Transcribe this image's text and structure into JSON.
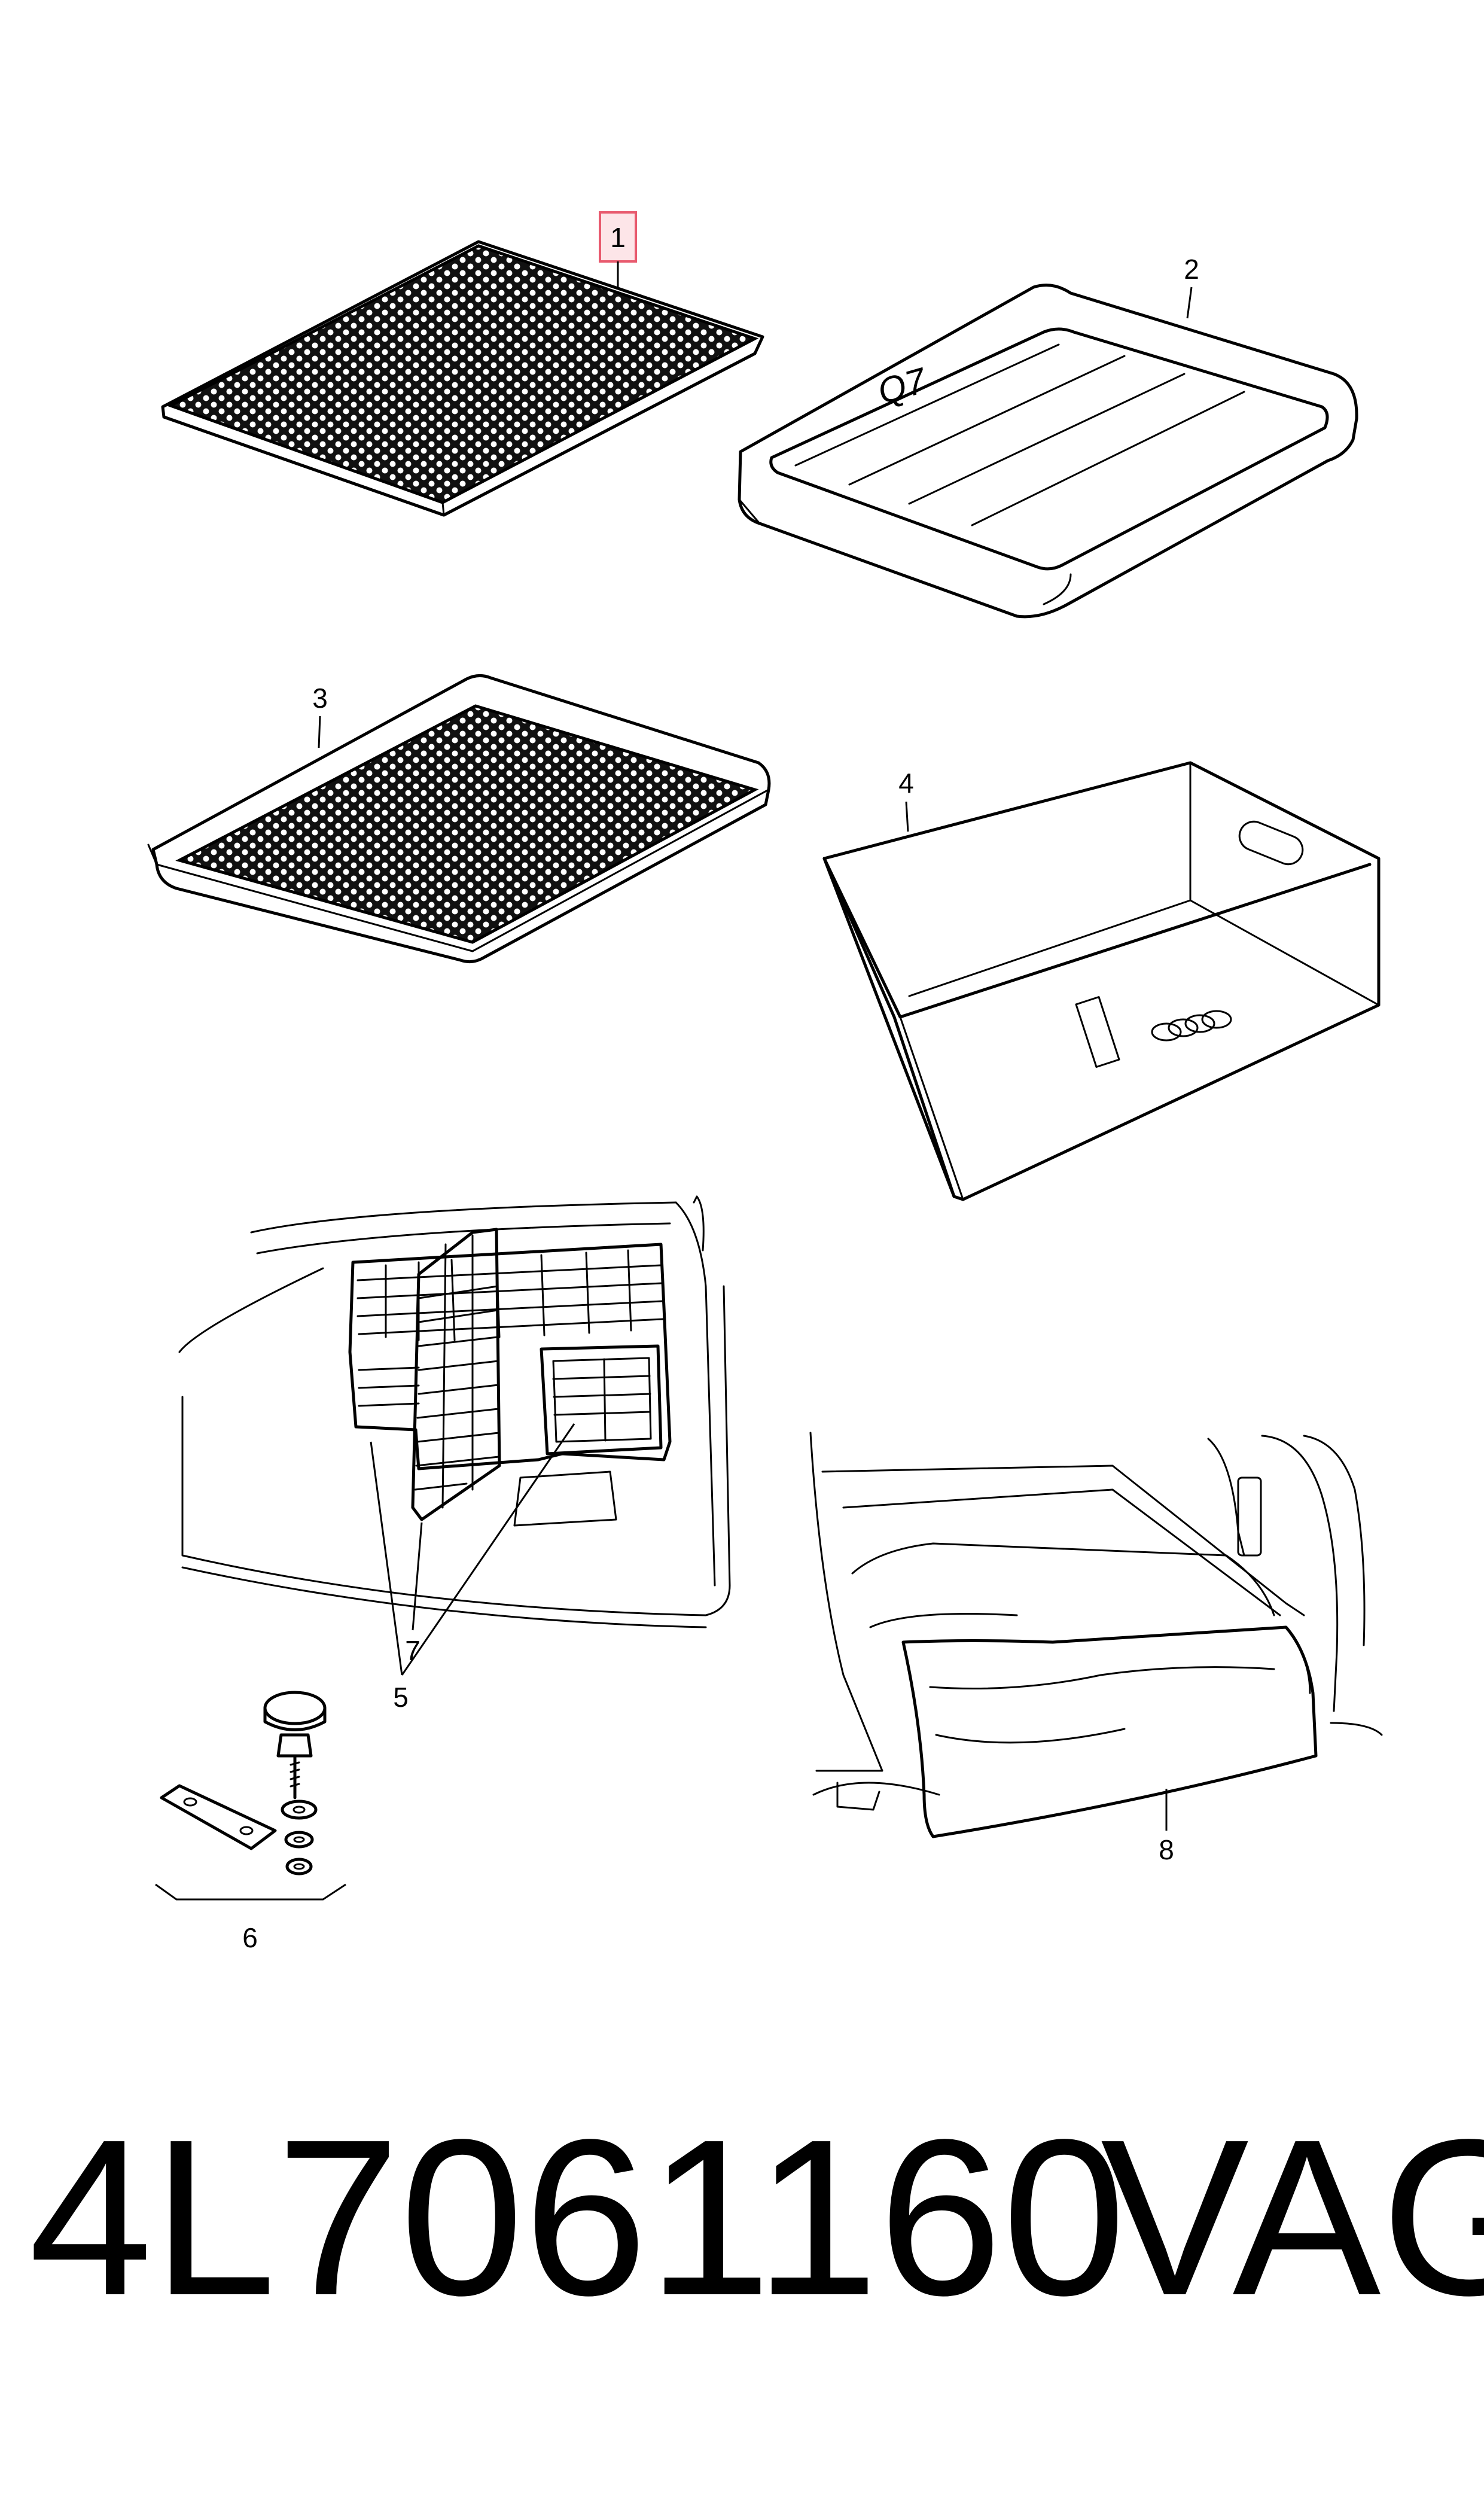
{
  "callouts": {
    "c1": "1",
    "c2": "2",
    "c3": "3",
    "c4": "4",
    "c5": "5",
    "c6": "6",
    "c7": "7",
    "c8": "8"
  },
  "tray_marking": "Q7",
  "part_number": "4L7061160",
  "brand": "VAG",
  "colors": {
    "ink": "#000000",
    "highlight_fill": "#fde5e8",
    "highlight_stroke": "#e85a6e"
  }
}
